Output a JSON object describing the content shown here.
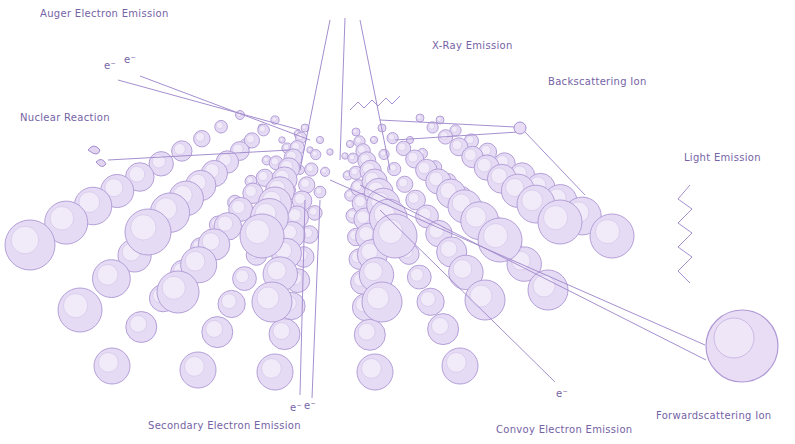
{
  "diagram": {
    "labels": [
      "Auger Electron Emission",
      "e⁻",
      "e⁻",
      "Nuclear Reaction",
      "X-Ray Emission",
      "Backscattering Ion",
      "Light Emission",
      "Forwardscattering Ion",
      "e⁻",
      "e⁻",
      "Secondary Electron Emission",
      "e⁻",
      "Convoy Electron Emission"
    ]
  }
}
